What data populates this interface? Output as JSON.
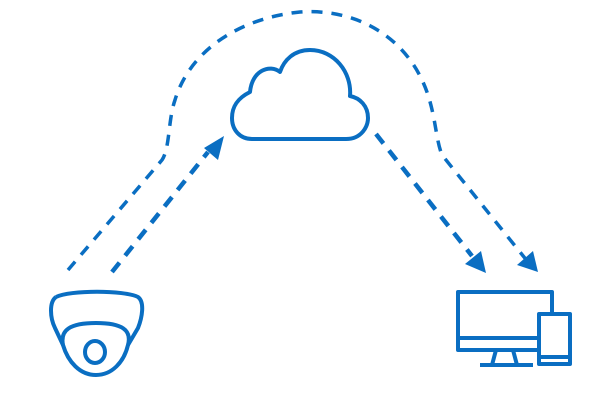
{
  "colors": {
    "accent": "#0A6EC2",
    "background": "#FFFFFF"
  },
  "icons": [
    "camera-icon",
    "cloud-icon",
    "monitor-icon",
    "phone-icon"
  ],
  "flows": [
    {
      "from": "camera",
      "to": "cloud"
    },
    {
      "from": "cloud",
      "to": "devices"
    },
    {
      "from": "camera",
      "to": "devices",
      "via": "over-cloud"
    }
  ]
}
